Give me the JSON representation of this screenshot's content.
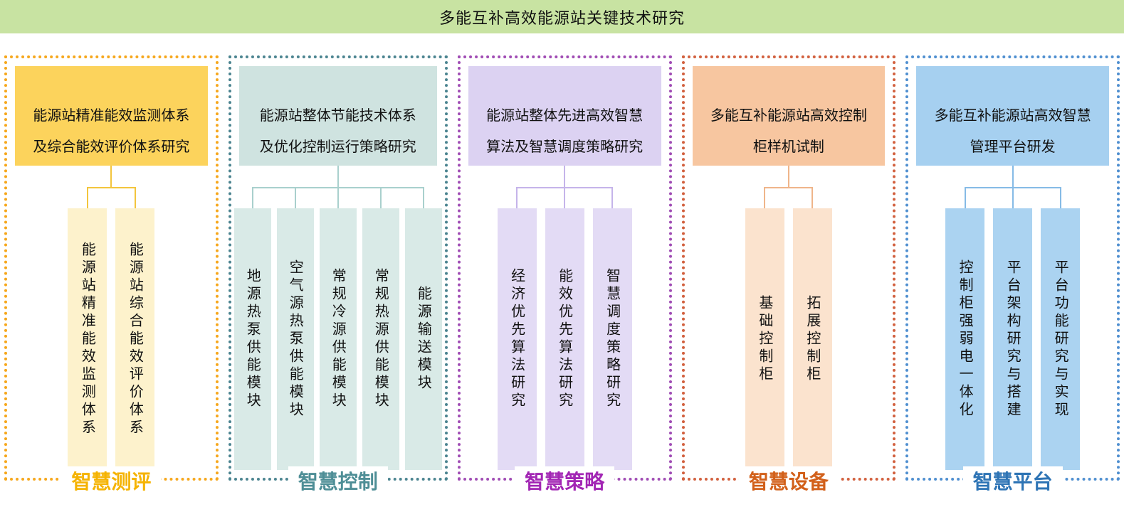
{
  "banner": {
    "title": "多能互补高效能源站关键技术研究",
    "bg_color": "#c8e3a2"
  },
  "columns": [
    {
      "label": "智慧测评",
      "header": "能源站精准能效监测体系\n及综合能效评价体系研究",
      "subs": [
        "能源站精准能效监测体系",
        "能源站综合能效评价体系"
      ],
      "colors": {
        "accent": "#f6a71c",
        "header_bg": "#fcd35c",
        "sub_bg": "#fdf2cc",
        "line": "#f3c53d",
        "label": "#f5b301"
      }
    },
    {
      "label": "智慧控制",
      "header": "能源站整体节能技术体系\n及优化控制运行策略研究",
      "subs": [
        "地源热泵供能模块",
        "空气源热泵供能模块",
        "常规冷源供能模块",
        "常规热源供能模块",
        "能源输送模块"
      ],
      "colors": {
        "accent": "#4b8490",
        "header_bg": "#cfe3e0",
        "sub_bg": "#d9eae7",
        "line": "#a9d0cd",
        "label": "#4e8e96"
      }
    },
    {
      "label": "智慧策略",
      "header": "能源站整体先进高效智慧\n算法及智慧调度策略研究",
      "subs": [
        "经济优先算法研究",
        "能效优先算法研究",
        "智慧调度策略研究"
      ],
      "colors": {
        "accent": "#a04cb4",
        "header_bg": "#dcd2f2",
        "sub_bg": "#e3dbf5",
        "line": "#c5b4ea",
        "label": "#a226b4"
      }
    },
    {
      "label": "智慧设备",
      "header": "多能互补能源站高效控制\n柜样机试制",
      "subs": [
        "基础控制柜",
        "拓展控制柜"
      ],
      "colors": {
        "accent": "#d2603e",
        "header_bg": "#f7c6a0",
        "sub_bg": "#fbe3ce",
        "line": "#efb58a",
        "label": "#d2601a"
      }
    },
    {
      "label": "智慧平台",
      "header": "多能互补能源站高效智慧\n管理平台研发",
      "subs": [
        "控制柜强弱电一体化",
        "平台架构研究与搭建",
        "平台功能研究与实现"
      ],
      "colors": {
        "accent": "#4f8fd0",
        "header_bg": "#a6d0f0",
        "sub_bg": "#abd3f1",
        "line": "#86bbe6",
        "label": "#2e74b5"
      }
    }
  ]
}
